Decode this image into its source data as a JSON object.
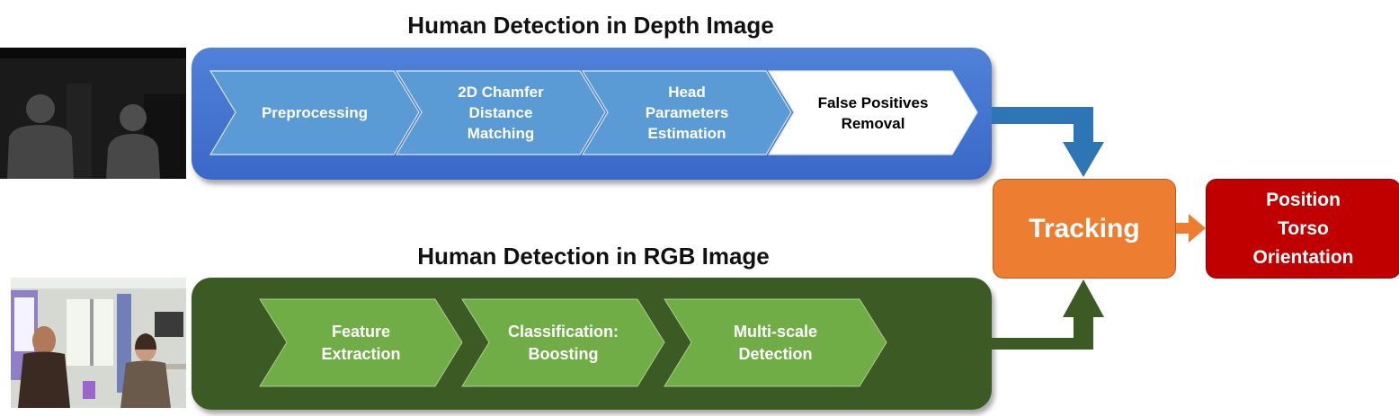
{
  "depth_section": {
    "title": "Human Detection in Depth Image",
    "steps": [
      {
        "label": "Preprocessing"
      },
      {
        "label": "2D Chamfer\nDistance\nMatching"
      },
      {
        "label": "Head\nParameters\nEstimation"
      },
      {
        "label": "False Positives\nRemoval"
      }
    ]
  },
  "rgb_section": {
    "title": "Human Detection in RGB Image",
    "steps": [
      {
        "label": "Feature\nExtraction"
      },
      {
        "label": "Classification:\nBoosting"
      },
      {
        "label": "Multi-scale\nDetection"
      }
    ]
  },
  "tracking": {
    "label": "Tracking"
  },
  "output": {
    "label": "Position\nTorso\nOrientation"
  },
  "colors": {
    "depth_panel": "#3f6fd0",
    "depth_step": "#5b9bd5",
    "depth_step_highlight": "#ffffff",
    "rgb_panel": "#3b5a24",
    "rgb_step": "#70ad47",
    "tracking": "#ed7d31",
    "output": "#c00000",
    "connector_blue": "#2e75b6",
    "connector_green": "#3b5a24"
  }
}
